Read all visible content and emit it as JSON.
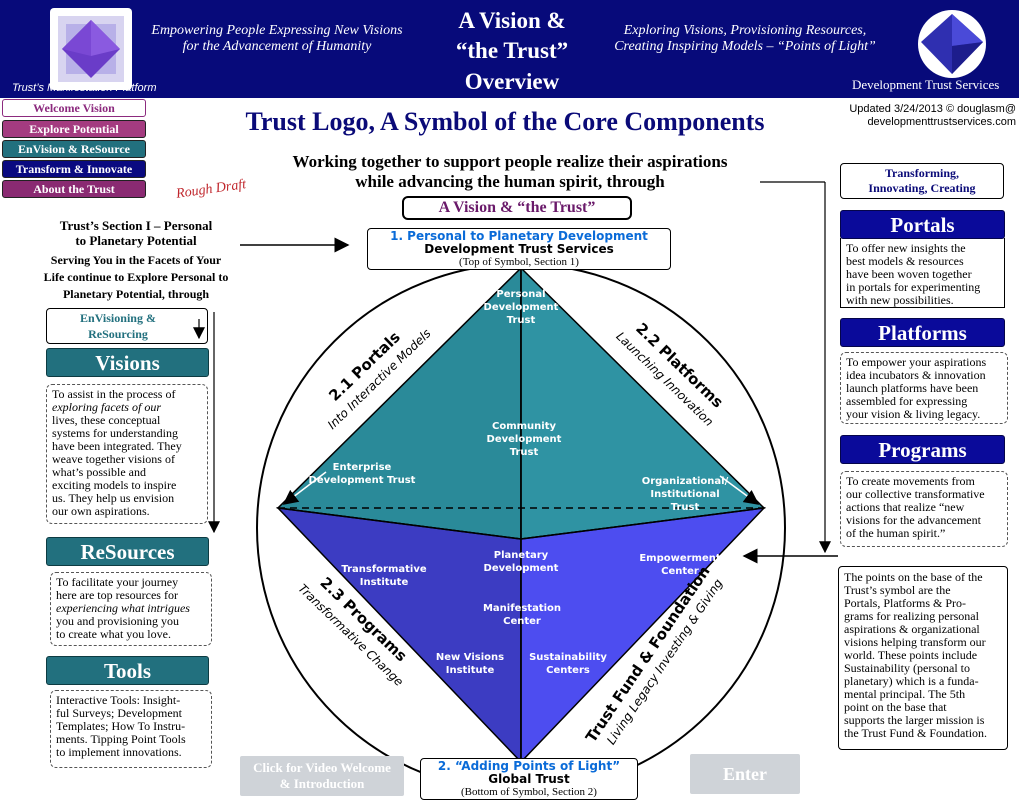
{
  "header": {
    "tagline_left_1": "Empowering People Expressing New Visions",
    "tagline_left_2": "for the Advancement of Humanity",
    "title_1": "A Vision &",
    "title_2": "“the Trust”",
    "title_3": "Overview",
    "tagline_right_1": "Exploring Visions, Provisioning Resources,",
    "tagline_right_2": "Creating Inspiring Models – “Points of Light”",
    "platform_label": "Trust’s Manifestation Platform",
    "brand": "Development Trust Services"
  },
  "nav": {
    "welcome": "Welcome Vision",
    "explore": "Explore Potential",
    "envision": "EnVision & ReSource",
    "transform": "Transform & Innovate",
    "about": "About the Trust"
  },
  "main_title": "Trust Logo, A Symbol of the Core Components",
  "updated_1": "Updated 3/24/2013 © douglasm@",
  "updated_2": "developmenttrustservices.com",
  "subtitle_1": "Working together to support people realize their aspirations",
  "subtitle_2": "while advancing the human spirit, through",
  "rough_draft": "Rough Draft",
  "vision_box": "A Vision & “the Trust”",
  "top_box": {
    "line1": "1. Personal to Planetary Development",
    "line2": "Development Trust Services",
    "line3": "(Top of Symbol, Section 1)"
  },
  "bottom_box": {
    "line1": "2. “Adding Points of Light”",
    "line2": "Global Trust",
    "line3": "(Bottom of Symbol, Section 2)"
  },
  "left": {
    "section_1": "Trust’s Section I – Personal",
    "section_2": "to Planetary Potential",
    "sub_1": "Serving You in the Facets of Your",
    "sub_2": "Life continue to Explore Personal to",
    "sub_3": "Planetary Potential, through",
    "envisioning_1": "EnVisioning &",
    "envisioning_2": "ReSourcing",
    "visions_title": "Visions",
    "visions_text": [
      "To assist in the process of",
      "exploring facets of our",
      "lives, these conceptual",
      "systems for understanding",
      "have been integrated.  They",
      "weave together visions of",
      "what’s possible and",
      "exciting models to inspire",
      "us. They help us envision",
      "our own aspirations."
    ],
    "resources_title": "ReSources",
    "resources_text": [
      "To facilitate your journey",
      "here are top resources for",
      "experiencing what intrigues",
      "you and provisioning you",
      "to create what you love."
    ],
    "tools_title": "Tools",
    "tools_text": [
      "Interactive Tools: Insight-",
      "ful Surveys; Development",
      "Templates; How To Instru-",
      "ments. Tipping Point Tools",
      "to implement innovations."
    ]
  },
  "right": {
    "tic_1": "Transforming,",
    "tic_2": "Innovating, Creating",
    "portals_title": "Portals",
    "portals_text": [
      "To offer new insights the",
      "best models & resources",
      "have been woven together",
      "in portals for experimenting",
      "with new possibilities."
    ],
    "platforms_title": "Platforms",
    "platforms_text": [
      "To empower your aspirations",
      "idea incubators & innovation",
      "launch platforms have been",
      "assembled for expressing",
      "your vision & living legacy."
    ],
    "programs_title": "Programs",
    "programs_text": [
      "To create movements from",
      "our collective transformative",
      "actions that realize “new",
      "visions for the advancement",
      "of the human spirit.”"
    ],
    "base_text": [
      "The points on the base of the",
      "Trust’s symbol are the",
      "Portals, Platforms & Pro-",
      "grams for realizing personal",
      "aspirations & organizational",
      "visions helping transform our",
      "world. These points include",
      "Sustainability (personal to",
      "planetary) which is a funda-",
      "mental principal. The 5th",
      "point on the base that",
      "supports the larger mission is",
      "the Trust Fund & Foundation."
    ]
  },
  "diagram": {
    "personal": [
      "Personal",
      "Development",
      "Trust"
    ],
    "community": [
      "Community",
      "Development",
      "Trust"
    ],
    "enterprise": [
      "Enterprise",
      "Development Trust"
    ],
    "organizational": [
      "Organizational/",
      "Institutional",
      "Trust"
    ],
    "planetary": [
      "Planetary",
      "Development"
    ],
    "transformative": [
      "Transformative",
      "Institute"
    ],
    "empowerment": [
      "Empowerment",
      "Center"
    ],
    "manifestation": [
      "Manifestation",
      "Center"
    ],
    "new_visions": [
      "New Visions",
      "Institute"
    ],
    "sustainability": [
      "Sustainability",
      "Centers"
    ],
    "portals_1": "2.1 Portals",
    "portals_2": "Into Interactive Models",
    "platforms_1": "2.2 Platforms",
    "platforms_2": "Launching Innovation",
    "programs_1": "2.3 Programs",
    "programs_2": "Transformative Change",
    "trust_fund_1": "Trust Fund & Foundation",
    "trust_fund_2": "Living Legacy Investing & Giving"
  },
  "buttons": {
    "video_1": "Click for Video Welcome",
    "video_2": "& Introduction",
    "enter": "Enter"
  },
  "colors": {
    "header_bg": "#070a7a",
    "teal": "#22707e",
    "upper_pyramid": "#2a8a99",
    "lower_pyramid": "#3d3dc8",
    "light_blue_text": "#0a6bd8"
  }
}
